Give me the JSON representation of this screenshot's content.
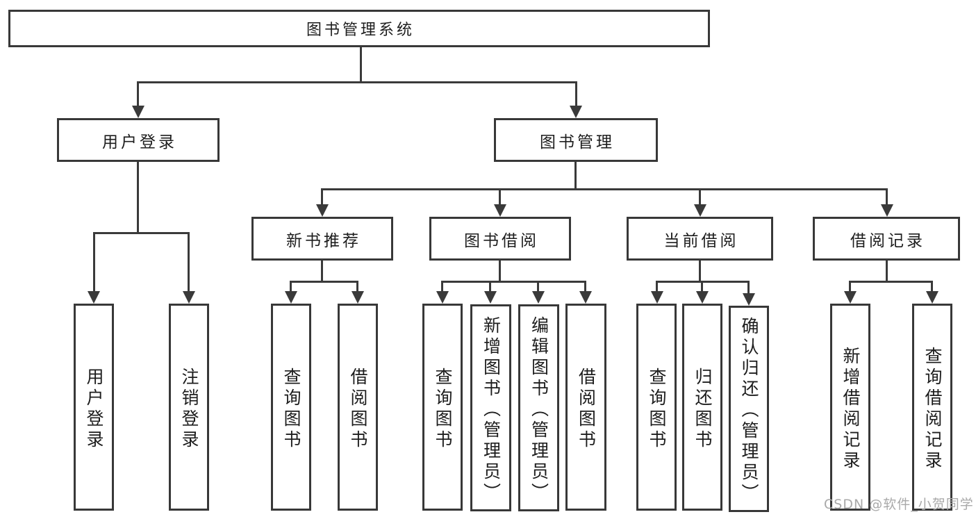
{
  "diagram_title": "图书管理系统",
  "tree": {
    "label": "图书管理系统",
    "children": [
      {
        "label": "用户登录",
        "children": [
          {
            "label": "用户登录"
          },
          {
            "label": "注销登录"
          }
        ]
      },
      {
        "label": "图书管理",
        "children": [
          {
            "label": "新书推荐",
            "children": [
              {
                "label": "查询图书"
              },
              {
                "label": "借阅图书"
              }
            ]
          },
          {
            "label": "图书借阅",
            "children": [
              {
                "label": "查询图书"
              },
              {
                "label": "新增图书（管理员）"
              },
              {
                "label": "编辑图书（管理员）"
              },
              {
                "label": "借阅图书"
              }
            ]
          },
          {
            "label": "当前借阅",
            "children": [
              {
                "label": "查询图书"
              },
              {
                "label": "归还图书"
              },
              {
                "label": "确认归还（管理员）"
              }
            ]
          },
          {
            "label": "借阅记录",
            "children": [
              {
                "label": "新增借阅记录"
              },
              {
                "label": "查询借阅记录"
              }
            ]
          }
        ]
      }
    ]
  },
  "watermark": "CSDN @软件_小贺同学",
  "colors": {
    "line": "#3a3a3a",
    "border": "#383838",
    "text": "#1d1d1d",
    "watermark": "#a9a9a9",
    "background": "#ffffff"
  }
}
